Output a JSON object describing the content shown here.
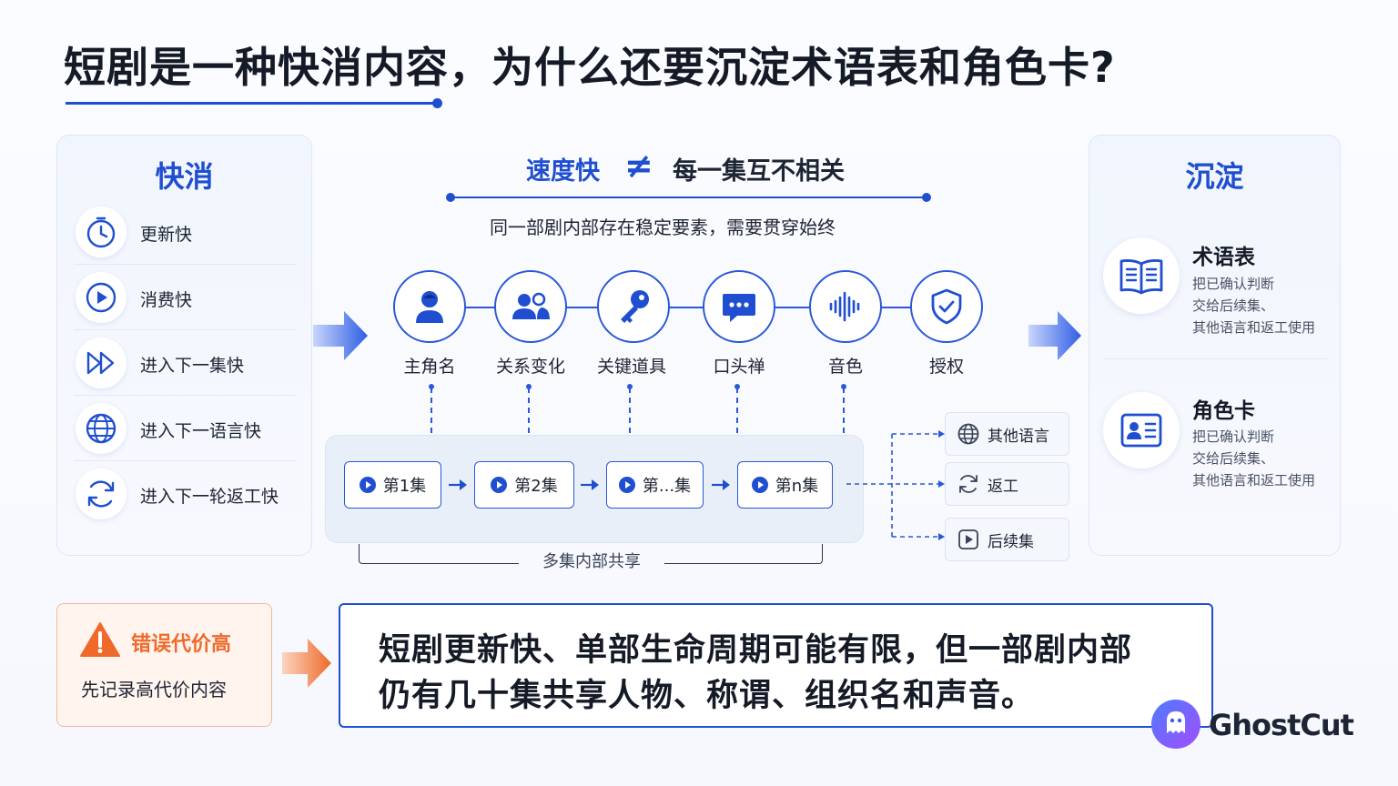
{
  "title": "短剧是一种快消内容，为什么还要沉淀术语表和角色卡?",
  "left_panel": {
    "title": "快消",
    "items": [
      {
        "label": "更新快",
        "icon": "stopwatch-icon"
      },
      {
        "label": "消费快",
        "icon": "play-circle-icon"
      },
      {
        "label": "进入下一集快",
        "icon": "fast-forward-icon"
      },
      {
        "label": "进入下一语言快",
        "icon": "globe-icon"
      },
      {
        "label": "进入下一轮返工快",
        "icon": "refresh-icon"
      }
    ]
  },
  "center": {
    "speed": "速度快",
    "neq_symbol": "≠",
    "unrelated": "每一集互不相关",
    "stable_note": "同一部剧内部存在稳定要素，需要贯穿始终",
    "elements": [
      {
        "label": "主角名",
        "icon": "person-icon"
      },
      {
        "label": "关系变化",
        "icon": "people-icon"
      },
      {
        "label": "关键道具",
        "icon": "key-icon"
      },
      {
        "label": "口头禅",
        "icon": "speech-bubble-icon"
      },
      {
        "label": "音色",
        "icon": "sound-wave-icon"
      },
      {
        "label": "授权",
        "icon": "shield-check-icon"
      }
    ],
    "episodes": [
      "第1集",
      "第2集",
      "第...集",
      "第n集"
    ],
    "shared_label": "多集内部共享",
    "destinations": [
      {
        "label": "其他语言",
        "icon": "globe-icon"
      },
      {
        "label": "返工",
        "icon": "refresh-icon"
      },
      {
        "label": "后续集",
        "icon": "play-square-icon"
      }
    ]
  },
  "right_panel": {
    "title": "沉淀",
    "items": [
      {
        "title": "术语表",
        "desc_lines": [
          "把已确认判断",
          "交给后续集、",
          "其他语言和返工使用"
        ],
        "icon": "book-icon"
      },
      {
        "title": "角色卡",
        "desc_lines": [
          "把已确认判断",
          "交给后续集、",
          "其他语言和返工使用"
        ],
        "icon": "id-card-icon"
      }
    ]
  },
  "warning": {
    "title": "错误代价高",
    "subtitle": "先记录高代价内容",
    "icon": "warning-triangle-icon"
  },
  "conclusion": {
    "line1": "短剧更新快、单部生命周期可能有限，但一部剧内部",
    "line2": "仍有几十集共享人物、称谓、组织名和声音。"
  },
  "brand": {
    "name": "GhostCut",
    "icon": "ghost-logo-icon"
  },
  "colors": {
    "primary": "#1f4fd0",
    "warning": "#ef6a2a",
    "text": "#1d2433"
  }
}
